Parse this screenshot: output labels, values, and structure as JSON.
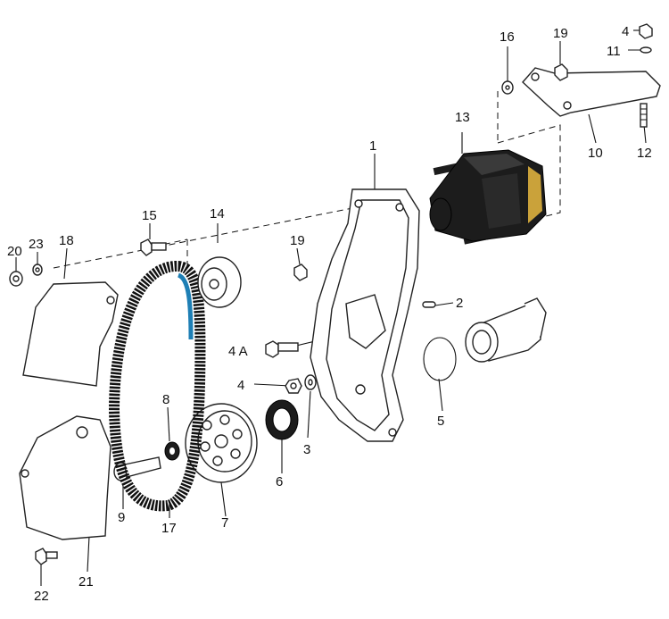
{
  "callouts": {
    "c1": "1",
    "c2": "2",
    "c3": "3",
    "c4a": "4",
    "c4b": "4",
    "c4c": "4 A",
    "c5": "5",
    "c6": "6",
    "c7": "7",
    "c8": "8",
    "c9": "9",
    "c10": "10",
    "c11": "11",
    "c12": "12",
    "c13": "13",
    "c14": "14",
    "c15": "15",
    "c16": "16",
    "c17": "17",
    "c18": "18",
    "c19a": "19",
    "c19b": "19",
    "c20": "20",
    "c21": "21",
    "c22": "22",
    "c23": "23"
  },
  "colors": {
    "ink": "#111111",
    "belt_print": "#1e7fb5",
    "pump_body": "#1c1c1c"
  }
}
